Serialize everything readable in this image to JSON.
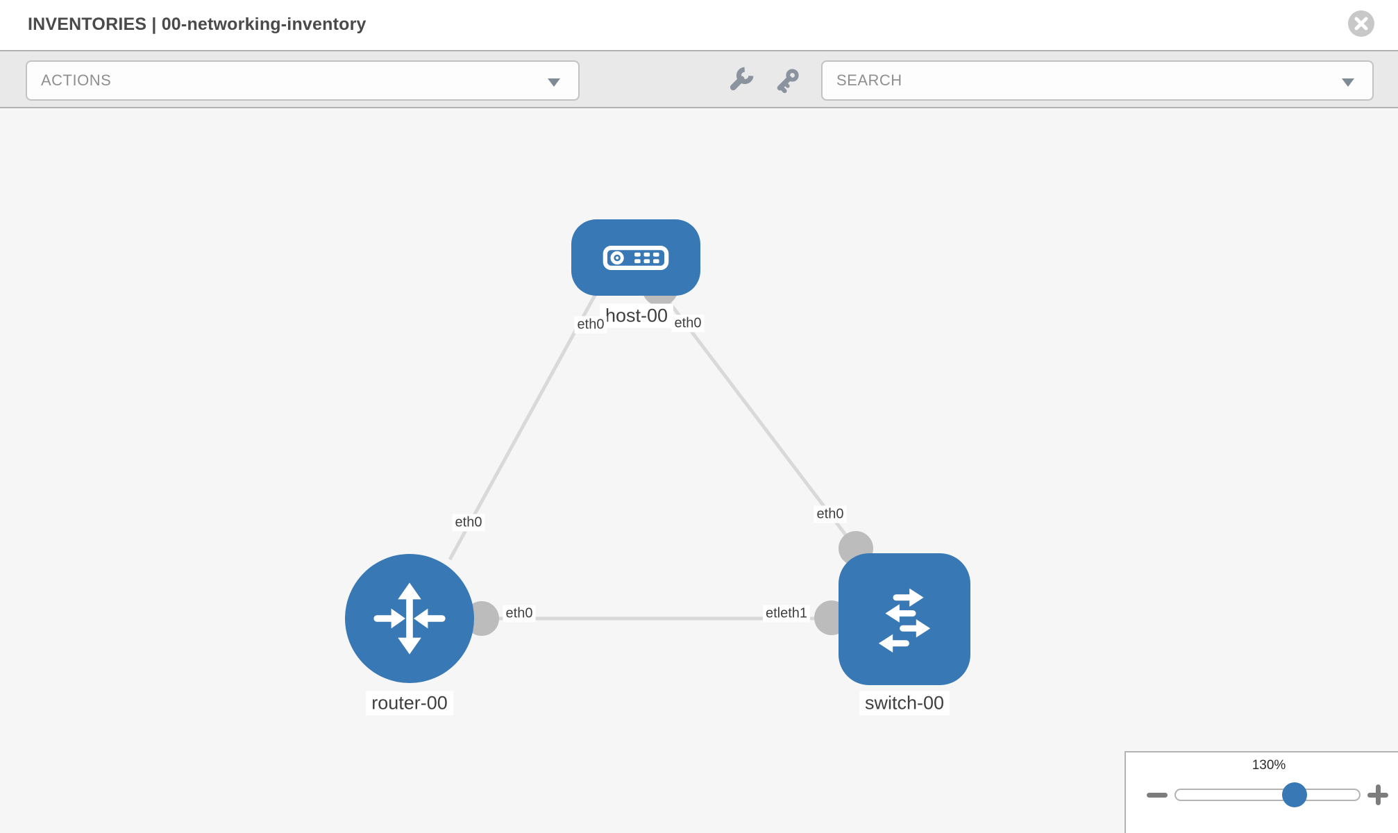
{
  "header": {
    "title": "INVENTORIES | 00-networking-inventory",
    "close_icon": "close-icon"
  },
  "toolbar": {
    "actions_dropdown": {
      "label": "ACTIONS"
    },
    "tool_icons": [
      "wrench-icon",
      "key-icon"
    ],
    "search_dropdown": {
      "placeholder": "SEARCH"
    }
  },
  "topology": {
    "nodes": [
      {
        "label": "host-00",
        "type": "host",
        "icon": "host-icon"
      },
      {
        "label": "router-00",
        "type": "router",
        "icon": "router-icon"
      },
      {
        "label": "switch-00",
        "type": "switch",
        "icon": "switch-icon"
      }
    ],
    "links": [
      {
        "from": "host-00",
        "to": "router-00"
      },
      {
        "from": "host-00",
        "to": "switch-00"
      },
      {
        "from": "router-00",
        "to": "switch-00"
      }
    ],
    "interface_labels": [
      {
        "text": "eth0"
      },
      {
        "text": "eth0"
      },
      {
        "text": "eth0"
      },
      {
        "text": "eth0"
      },
      {
        "text": "eth0"
      },
      {
        "text": "etleth1"
      }
    ]
  },
  "zoom_control": {
    "level": "130%",
    "zoom_out_icon": "minus-icon",
    "zoom_in_icon": "plus-icon"
  },
  "colors": {
    "node_blue": "#3879b5",
    "link_gray": "#d9d9d9",
    "port_gray": "#bcbcbc",
    "canvas_bg": "#f6f6f6",
    "toolbar_bg": "#e9e9e9"
  }
}
